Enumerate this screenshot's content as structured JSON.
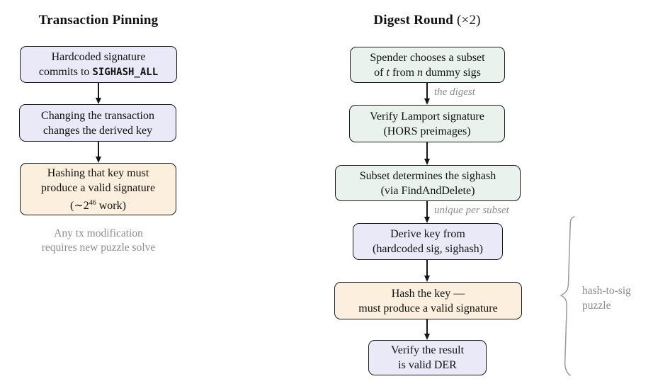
{
  "colors": {
    "lavender": "#e9e9f8",
    "mint": "#e9f2ec",
    "peach": "#fcefdd",
    "border": "#1b1b1b",
    "arrow": "#151515",
    "muted": "#8d8d8d",
    "text": "#111111"
  },
  "left_flow": {
    "title_segments": [
      {
        "t": "Transaction Pinning"
      }
    ],
    "boxes": [
      {
        "name": "hardcoded-signature",
        "fill": "lavender",
        "lines": [
          [
            {
              "t": "Hardcoded signature"
            }
          ],
          [
            {
              "t": "commits to "
            },
            {
              "t": "SIGHASH_ALL",
              "style": "mono"
            }
          ]
        ]
      },
      {
        "name": "changing-transaction",
        "fill": "lavender",
        "lines": [
          [
            {
              "t": "Changing the transaction"
            }
          ],
          [
            {
              "t": "changes the derived key"
            }
          ]
        ]
      },
      {
        "name": "hashing-key",
        "fill": "peach",
        "lines": [
          [
            {
              "t": "Hashing that key must"
            }
          ],
          [
            {
              "t": "produce a valid signature"
            }
          ],
          [
            {
              "t": "(∼2"
            },
            {
              "t": "46",
              "style": "sup"
            },
            {
              "t": " work)"
            }
          ]
        ]
      }
    ],
    "note_lines": [
      "Any tx modification",
      "requires new puzzle solve"
    ]
  },
  "right_flow": {
    "title_segments": [
      {
        "t": "Digest Round "
      },
      {
        "t": "(×2)",
        "style": "norm"
      }
    ],
    "boxes": [
      {
        "name": "spender-chooses-subset",
        "fill": "mint",
        "lines": [
          [
            {
              "t": "Spender chooses a subset"
            }
          ],
          [
            {
              "t": "of "
            },
            {
              "t": "t",
              "style": "italic"
            },
            {
              "t": " from "
            },
            {
              "t": "n",
              "style": "italic"
            },
            {
              "t": " dummy sigs"
            }
          ]
        ]
      },
      {
        "name": "verify-lamport",
        "fill": "mint",
        "lines": [
          [
            {
              "t": "Verify Lamport signature"
            }
          ],
          [
            {
              "t": "(HORS preimages)"
            }
          ]
        ]
      },
      {
        "name": "subset-determines-sighash",
        "fill": "mint",
        "lines": [
          [
            {
              "t": "Subset determines the sighash"
            }
          ],
          [
            {
              "t": "(via FindAndDelete)"
            }
          ]
        ]
      },
      {
        "name": "derive-key",
        "fill": "lavender",
        "lines": [
          [
            {
              "t": "Derive key from"
            }
          ],
          [
            {
              "t": "(hardcoded sig, sighash)"
            }
          ]
        ]
      },
      {
        "name": "hash-the-key",
        "fill": "peach",
        "lines": [
          [
            {
              "t": "Hash the key —"
            }
          ],
          [
            {
              "t": "must produce a valid signature"
            }
          ]
        ]
      },
      {
        "name": "verify-der",
        "fill": "lavender",
        "lines": [
          [
            {
              "t": "Verify the result"
            }
          ],
          [
            {
              "t": "is valid DER"
            }
          ]
        ]
      }
    ],
    "edge_labels": [
      "the digest",
      "unique per subset"
    ],
    "brace_label_lines": [
      "hash-to-sig",
      "puzzle"
    ]
  }
}
